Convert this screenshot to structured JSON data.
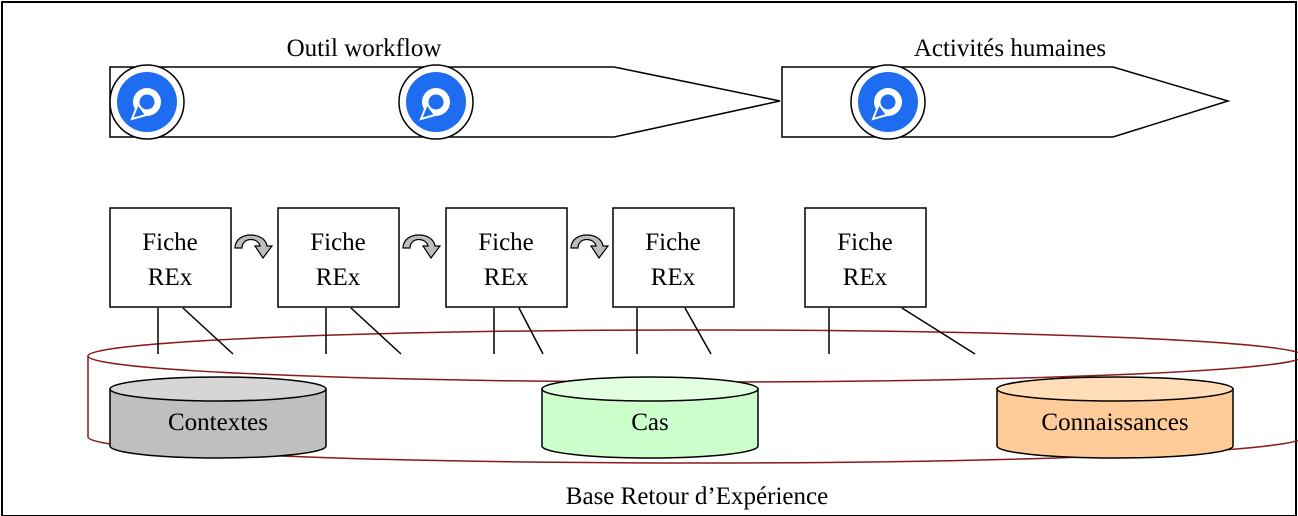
{
  "workflow": {
    "tool_label": "Outil workflow",
    "human_label": "Activités humaines",
    "step_icon": "circular-refresh-icon",
    "icon_color": "#1e6cf0"
  },
  "cards": [
    {
      "line1": "Fiche",
      "line2": "REx"
    },
    {
      "line1": "Fiche",
      "line2": "REx"
    },
    {
      "line1": "Fiche",
      "line2": "REx"
    },
    {
      "line1": "Fiche",
      "line2": "REx"
    },
    {
      "line1": "Fiche",
      "line2": "REx"
    }
  ],
  "transition_icon": "curved-arrow-icon",
  "base": {
    "label": "Base Retour d’Expérience",
    "border_color": "#8b1a1a"
  },
  "stores": [
    {
      "label": "Contextes",
      "color": "#bfbfbf",
      "top_color": "#d6d6d6"
    },
    {
      "label": "Cas",
      "color": "#ccffcc",
      "top_color": "#e2ffe2"
    },
    {
      "label": "Connaissances",
      "color": "#ffcc99",
      "top_color": "#ffddb8"
    }
  ]
}
